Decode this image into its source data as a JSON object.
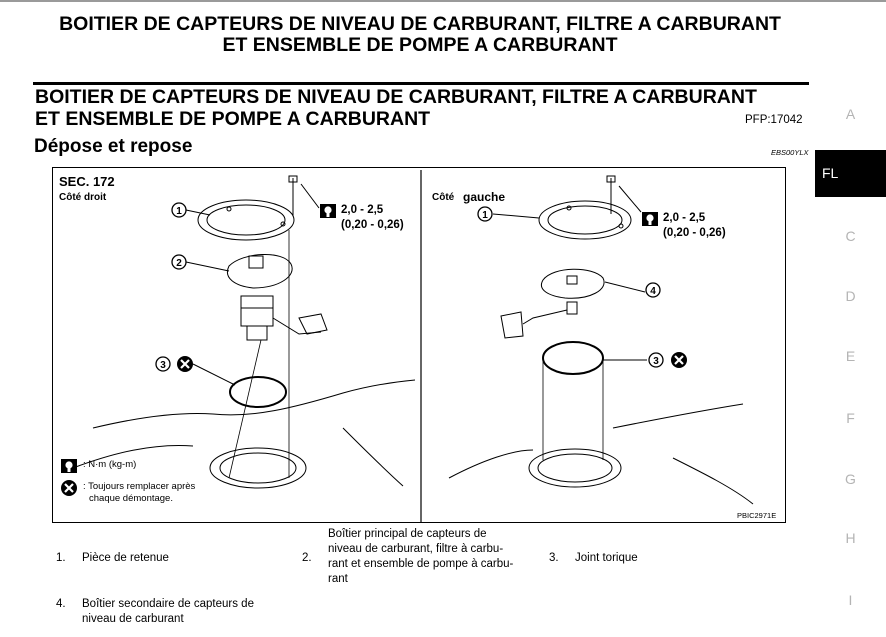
{
  "header": {
    "title_line1": "BOITIER DE CAPTEURS DE NIVEAU DE CARBURANT, FILTRE A CARBURANT",
    "title_line2": "ET ENSEMBLE DE POMPE A CARBURANT"
  },
  "section": {
    "title_line1": "BOITIER DE CAPTEURS DE NIVEAU DE CARBURANT, FILTRE A CARBURANT",
    "title_line2": "ET ENSEMBLE DE POMPE A CARBURANT",
    "pfp": "PFP:17042",
    "subheading": "Dépose et repose",
    "code": "EBS00YLX"
  },
  "side_nav": {
    "items": [
      "A",
      "FL",
      "C",
      "D",
      "E",
      "F",
      "G",
      "H",
      "I"
    ],
    "active": "FL"
  },
  "figure": {
    "sec": "SEC. 172",
    "left_side": "Côté droit",
    "right_side_prefix": "Côté",
    "right_side_word": "gauche",
    "torque_value": "2,0 - 2,5",
    "torque_kg": "(0,20 - 0,26)",
    "callouts": [
      "1",
      "2",
      "3",
      "4"
    ],
    "legend_torque": ": N·m (kg-m)",
    "legend_replace_line1": ": Toujours remplacer après",
    "legend_replace_line2": "chaque démontage.",
    "ref": "PBIC2971E"
  },
  "parts_legend": [
    {
      "num": "1.",
      "lines": [
        "Pièce de retenue"
      ]
    },
    {
      "num": "2.",
      "lines": [
        "Boîtier principal de capteurs de",
        "niveau de carburant, filtre à carbu-",
        "rant et ensemble de pompe à carbu-",
        "rant"
      ]
    },
    {
      "num": "3.",
      "lines": [
        "Joint torique"
      ]
    },
    {
      "num": "4.",
      "lines": [
        "Boîtier secondaire de capteurs de",
        "niveau de carburant"
      ]
    }
  ]
}
